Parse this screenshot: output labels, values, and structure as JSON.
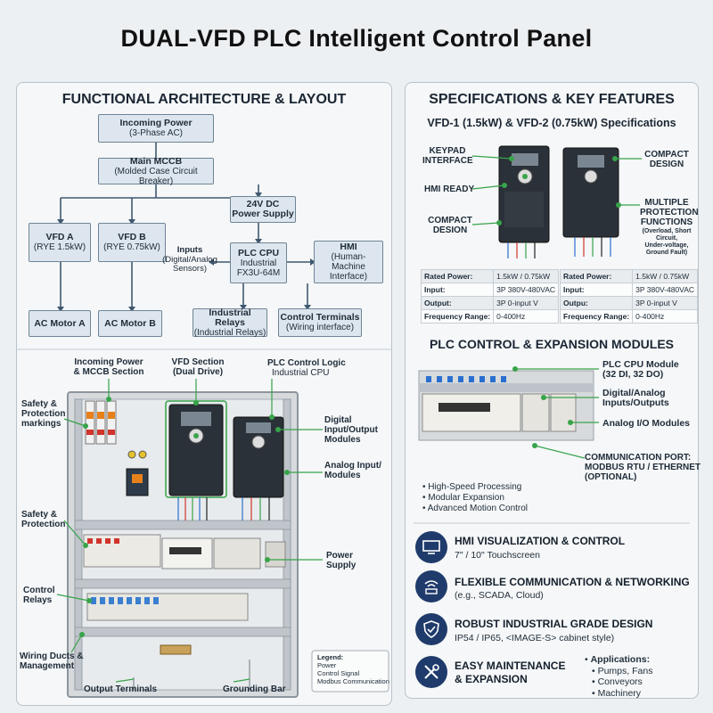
{
  "title": "DUAL-VFD PLC Intelligent Control Panel",
  "left": {
    "header": "FUNCTIONAL ARCHITECTURE & LAYOUT",
    "blocks": {
      "incoming": {
        "title": "Incoming Power",
        "sub": "(3-Phase AC)"
      },
      "mccb": {
        "title": "Main MCCB",
        "sub": "(Molded Case Circuit Breaker)"
      },
      "psu": {
        "title": "24V DC",
        "sub": "Power Supply"
      },
      "vfd_a": {
        "title": "VFD A",
        "sub": "(RYE 1.5kW)"
      },
      "vfd_b": {
        "title": "VFD B",
        "sub": "(RYE 0.75kW)"
      },
      "plc": {
        "title": "PLC CPU",
        "sub1": "Industrial",
        "sub2": "FX3U-64M"
      },
      "hmi": {
        "title": "HMI",
        "sub1": "(Human-Machine",
        "sub2": "Interface)"
      },
      "inputs": {
        "title": "Inputs",
        "sub1": "(Digital/Analog",
        "sub2": "Sensors)"
      },
      "motor_a": {
        "title": "AC Motor A"
      },
      "motor_b": {
        "title": "AC Motor B"
      },
      "relays": {
        "title": "Industrial Relays",
        "sub": "(Industrial Relays)"
      },
      "terminals": {
        "title": "Control Terminals",
        "sub": "(Wiring interface)"
      }
    },
    "callouts": {
      "incoming": "Incoming Power\n& MCCB Section",
      "vfd": "VFD Section\n(Dual Drive)",
      "plc": "PLC Control Logic",
      "plc_sub": "Industrial CPU",
      "safety_markings": "Safety &\nProtection\nmarkings",
      "digital_io": "Digital\nInput/Output\nModules",
      "analog_io": "Analog Input/\nModules",
      "safety_protection": "Safety &\nProtection",
      "power_supply": "Power\nSupply",
      "control_relays": "Control\nRelays",
      "wiring_ducts": "Wiring Ducts &\nManagement",
      "output_terminals": "Output Terminals",
      "grounding_bar": "Grounding Bar"
    },
    "legend": {
      "title": "Legend:",
      "items": [
        "Power",
        "Control Signal",
        "Modbus Communication"
      ]
    }
  },
  "right": {
    "header": "SPECIFICATIONS & KEY FEATURES",
    "subheader": "VFD-1 (1.5kW) & VFD-2 (0.75kW) Specifications",
    "vfd_labels": {
      "keypad": "KEYPAD\nINTERFACE",
      "hmi_ready": "HMI READY",
      "compact_left": "COMPACT\nDESION",
      "compact_right": "COMPACT\nDESIGN",
      "multiple": "MULTIPLE\nPROTECTION\nFUNCTIONS",
      "multiple_sub": "(Overload, Short\nCircuit,\nUnder-voltage,\nGround Fault)"
    },
    "spec_table_1": [
      [
        "Rated Power:",
        "1.5kW / 0.75kW"
      ],
      [
        "Input:",
        "3P 380V-480VAC"
      ],
      [
        "Output:",
        "3P 0-input V"
      ],
      [
        "Frequency Range:",
        "0-400Hz"
      ]
    ],
    "spec_table_2": [
      [
        "Rated Power:",
        "1.5kW / 0.75kW"
      ],
      [
        "Input:",
        "3P 380V-480VAC"
      ],
      [
        "Outpu:",
        "3P 0-input V"
      ],
      [
        "Frequency Range:",
        "0-400Hz"
      ]
    ],
    "plc_header": "PLC CONTROL & EXPANSION MODULES",
    "plc_labels": {
      "cpu": "PLC CPU Module\n(32 DI, 32 DO)",
      "io": "Digital/Analog\nInputs/Outputs",
      "analog": "Analog I/O Modules",
      "comm": "COMMUNICATION PORT:\nMODBUS RTU / ETHERNET\n(OPTIONAL)"
    },
    "plc_bullets": [
      "High-Speed Processing",
      "Modular Expansion",
      "Advanced Motion Control"
    ],
    "features": [
      {
        "icon": "monitor-icon",
        "title": "HMI VISUALIZATION & CONTROL",
        "sub": "7\" / 10\" Touchscreen"
      },
      {
        "icon": "network-icon",
        "title": "FLEXIBLE COMMUNICATION & NETWORKING",
        "sub": "(e.g., SCADA, Cloud)"
      },
      {
        "icon": "shield-icon",
        "title": "ROBUST INDUSTRIAL GRADE DESIGN",
        "sub": "IP54 / IP65, <IMAGE-S> cabinet style)"
      },
      {
        "icon": "tools-icon",
        "title": "EASY MAINTENANCE\n& EXPANSION",
        "sub": ""
      }
    ],
    "applications": {
      "title": "Applications:",
      "items": [
        "Pumps, Fans",
        "Conveyors",
        "Machinery"
      ]
    }
  },
  "colors": {
    "accent": "#37a34a",
    "navy": "#1f3b6b",
    "box_fill": "#dde6ee",
    "line": "#3f5870"
  }
}
